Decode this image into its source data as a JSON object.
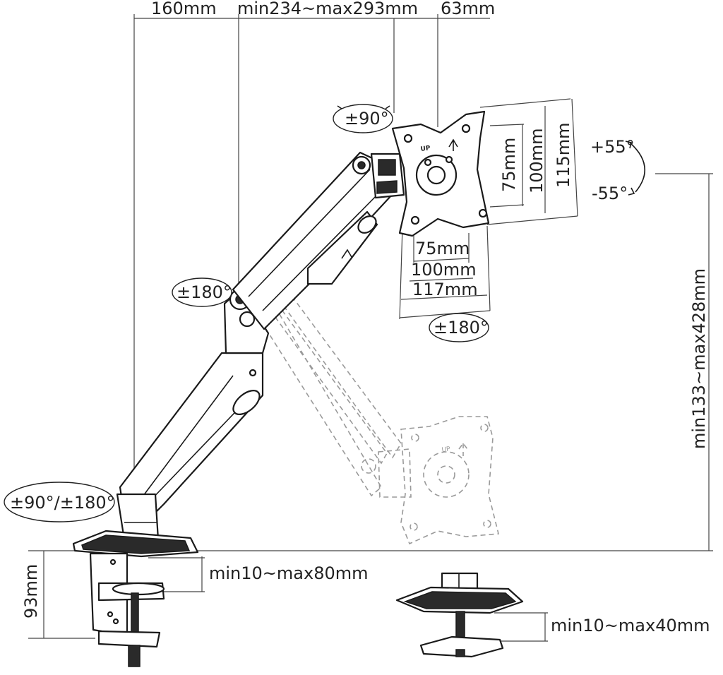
{
  "labels": {
    "top_offset": "160mm",
    "arm_reach": "min234~max293mm",
    "tilt_depth": "63mm",
    "vesa_v75": "75mm",
    "vesa_v100": "100mm",
    "vesa_v115": "115mm",
    "vesa_h75": "75mm",
    "vesa_h100": "100mm",
    "vesa_h117": "117mm",
    "height_range": "min133~max428mm",
    "clamp_thickness": "min10~max80mm",
    "grommet_thickness": "min10~max40mm",
    "clamp_height": "93mm"
  },
  "rotations": {
    "swivel_head": "±90°",
    "tilt_up": "+55°",
    "tilt_down": "-55°",
    "elbow": "±180°",
    "rotation_plate": "±180°",
    "base": "±90°/±180°"
  },
  "plate_text": {
    "up_top": "UP",
    "up_ghost": "UP"
  },
  "colors": {
    "line": "#1a1a1a",
    "ghost": "#9a9a9a",
    "dimension": "#444444"
  }
}
